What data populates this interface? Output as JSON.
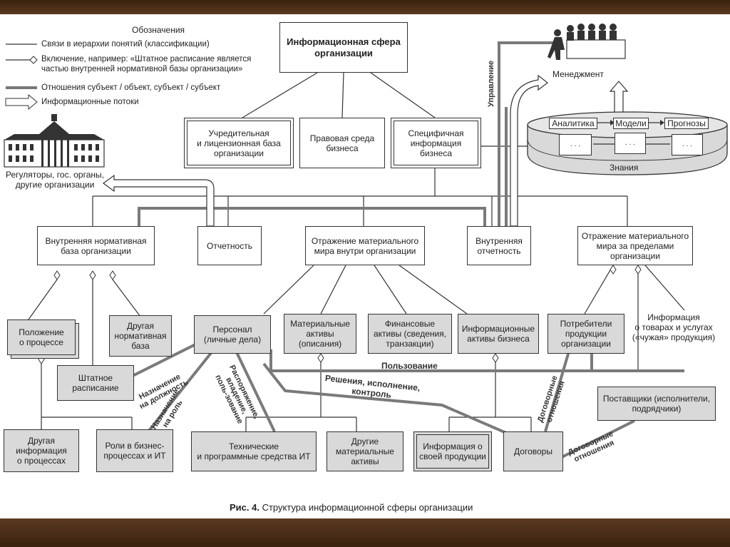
{
  "legend": {
    "title": "Обозначения",
    "items": [
      "Связи в иерархии понятий (классификации)",
      "Включение, например: «Штатное расписание является\nчастью внутренней нормативной базы организации»",
      "Отношения субъект / объект, субъект / субъект",
      "Информационные потоки"
    ]
  },
  "nodes": {
    "root": "Информационная сфера\nорганизации",
    "founding": "Учредительная\nи лицензионная база\nорганизации",
    "legal": "Правовая среда\nбизнеса",
    "specific": "Специфичная\nинформация\nбизнеса",
    "internal_norm": "Внутренняя нормативная\nбаза организации",
    "reporting": "Отчетность",
    "material_inside": "Отражение материального\nмира внутри организации",
    "internal_reporting": "Внутренняя\nотчетность",
    "material_outside": "Отражение материального\nмира за пределами\nорганизации",
    "process_regulation": "Положение\nо процессе",
    "other_norm": "Другая\nнормативная\nбаза",
    "staff_schedule": "Штатное\nрасписание",
    "other_process_info": "Другая\nинформация\nо процессах",
    "roles": "Роли в бизнес-\nпроцессах и ИТ",
    "personnel": "Персонал\n(личные дела)",
    "material_assets": "Материальные\nактивы\n(описания)",
    "financial_assets": "Финансовые\nактивы (сведения,\nтранзакции)",
    "info_assets": "Информационные\nактивы бизнеса",
    "consumers": "Потребители\nпродукции\nорганизации",
    "suppliers": "Поставщики (исполнители,\nподрядчики)",
    "tech": "Технические\nи программные средства ИТ",
    "other_material": "Другие\nматериальные\nактивы",
    "own_product_info": "Информация о\nсвоей продукции",
    "contracts": "Договоры",
    "analytics": "Аналитика",
    "models": "Модели",
    "forecasts": "Прогнозы",
    "dots1": ". . .",
    "dots2": ". . .",
    "dots3": ". . ."
  },
  "labels": {
    "regulators": "Регуляторы, гос. органы,\nдругие организации",
    "management": "Менеджмент",
    "knowledge": "Знания",
    "foreign_info": "Информация\nо товарах и услугах\n(«чужая» продукция)",
    "control_flow": "Управление",
    "usage": "Пользование",
    "decisions": "Решения, исполнение,\nконтроль",
    "assign_position": "Назначение\nна должность",
    "assign_role": "Назначение\nна роль",
    "disposal": "Распоряжение,\nвладение,\nполь-зование",
    "contract_rel1": "Договорные\nотношения",
    "contract_rel2": "Договорные\nотношения"
  },
  "caption": {
    "number": "Рис. 4.",
    "text": "Структура информационной сферы организации"
  },
  "colors": {
    "frame": "#4a2d18",
    "box_gray": "#d9d9d9",
    "line": "#333333",
    "thick_line": "#777777"
  }
}
